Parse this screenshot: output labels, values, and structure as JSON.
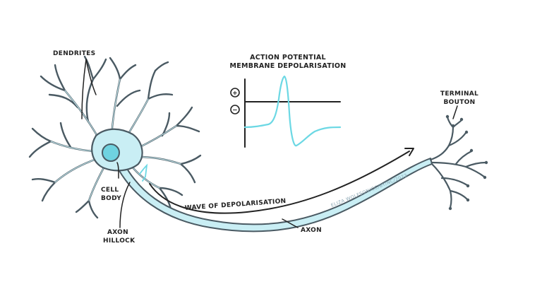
{
  "labels": {
    "dendrites": "DENDRITES",
    "cell_body_1": "CELL",
    "cell_body_2": "BODY",
    "axon_hillock_1": "AXON",
    "axon_hillock_2": "HILLOCK",
    "axon": "AXON",
    "terminal_1": "TERMINAL",
    "terminal_2": "BOUTON",
    "wave": "WAVE OF DEPOLARISATION"
  },
  "graph": {
    "title_1": "ACTION POTENTIAL",
    "title_2": "MEMBRANE DEPOLARISATION",
    "plus": "+",
    "minus": "−"
  },
  "watermark": "ELIZA WOLFSON/CC/BY/NC/2022",
  "colors": {
    "neuron_fill": "#c9eef4",
    "nucleus": "#6fd3e0",
    "outline": "#4a5a63",
    "signal": "#6cd8e4",
    "ink": "#222222"
  }
}
